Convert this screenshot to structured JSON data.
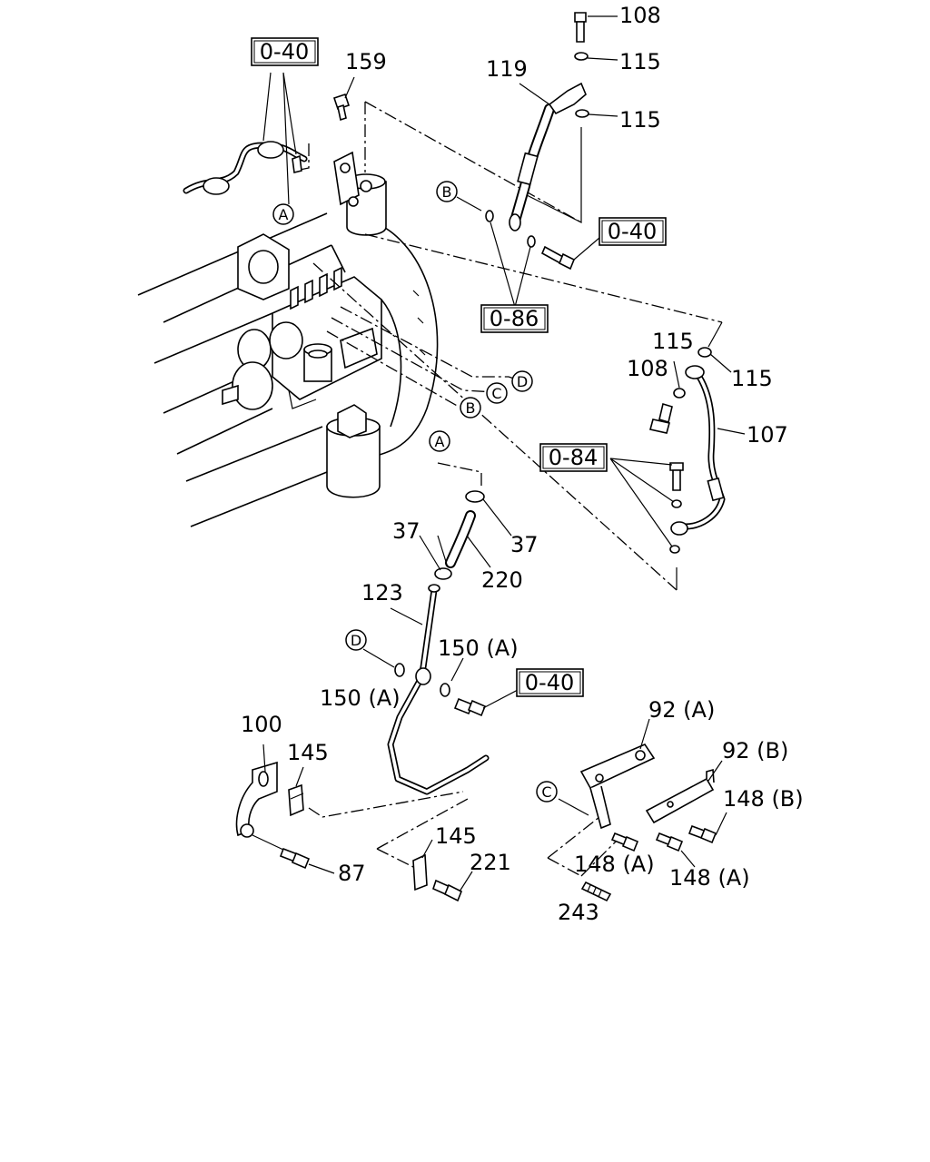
{
  "part_labels": {
    "p108_top": "108",
    "p115_a": "115",
    "p119": "119",
    "p115_b": "115",
    "p159": "159",
    "p115_c": "115",
    "p108_right": "108",
    "p115_d": "115",
    "p107": "107",
    "p37_left": "37",
    "p37_right": "37",
    "p220": "220",
    "p123": "123",
    "p150a_right": "150 (A)",
    "p150a_left": "150 (A)",
    "p100": "100",
    "p145_top": "145",
    "p87": "87",
    "p145_bottom": "145",
    "p221": "221",
    "p92a": "92 (A)",
    "p92b": "92 (B)",
    "p148b": "148 (B)",
    "p148a_left": "148 (A)",
    "p148a_right": "148 (A)",
    "p243": "243"
  },
  "ref_boxes": {
    "r040_top": "0-40",
    "r040_right": "0-40",
    "r086": "0-86",
    "r084": "0-84",
    "r040_bottom": "0-40"
  },
  "circle_markers": {
    "a_left": "A",
    "b_top": "B",
    "d_engine": "D",
    "c_engine": "C",
    "b_engine": "B",
    "a_mid": "A",
    "d_left": "D",
    "c_bracket": "C"
  }
}
